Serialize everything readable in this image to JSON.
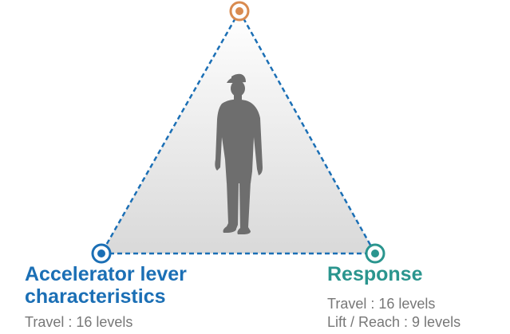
{
  "nodes": {
    "top": {
      "color": "#d98b50"
    },
    "left": {
      "title": "Accelerator lever characteristics",
      "color": "#1b6fb5",
      "details": [
        "Travel : 16 levels"
      ]
    },
    "right": {
      "title": "Response",
      "color": "#2a958e",
      "details": [
        "Travel : 16 levels",
        "Lift / Reach : 9 levels"
      ]
    }
  },
  "edges": [
    {
      "from": "top",
      "to": "left",
      "style": "dashed",
      "color": "#1b6fb5"
    },
    {
      "from": "top",
      "to": "right",
      "style": "dashed",
      "color": "#1b6fb5"
    },
    {
      "from": "left",
      "to": "right",
      "style": "dashed",
      "color": "#1b6fb5"
    }
  ],
  "center_figure": {
    "icon": "person-silhouette-icon",
    "color": "#6e6e6e"
  }
}
